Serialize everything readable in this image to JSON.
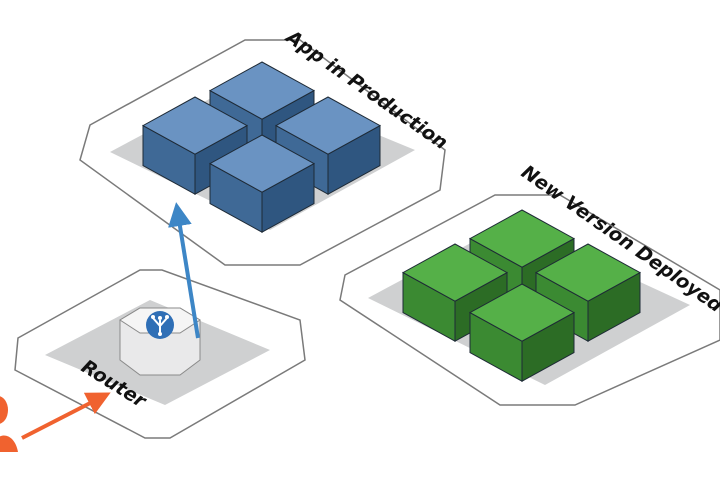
{
  "labels": {
    "production": "App in Production",
    "new_version": "New Version Deployed",
    "router": "Router"
  },
  "colors": {
    "production_box_top": "#6a93c2",
    "production_box_left": "#3f6996",
    "production_box_right": "#2f5680",
    "new_box_top": "#55b048",
    "new_box_left": "#3b8a32",
    "new_box_right": "#2c6c25",
    "platform": "#cfd0d1",
    "panel_stroke": "#7a7a7a",
    "router_arrow": "#3d86c6",
    "user_arrow": "#f0622f",
    "user": "#f0622f",
    "router_badge": "#2f6fb6"
  },
  "icons": {
    "router": "router-fork-icon",
    "user": "user-icon"
  }
}
